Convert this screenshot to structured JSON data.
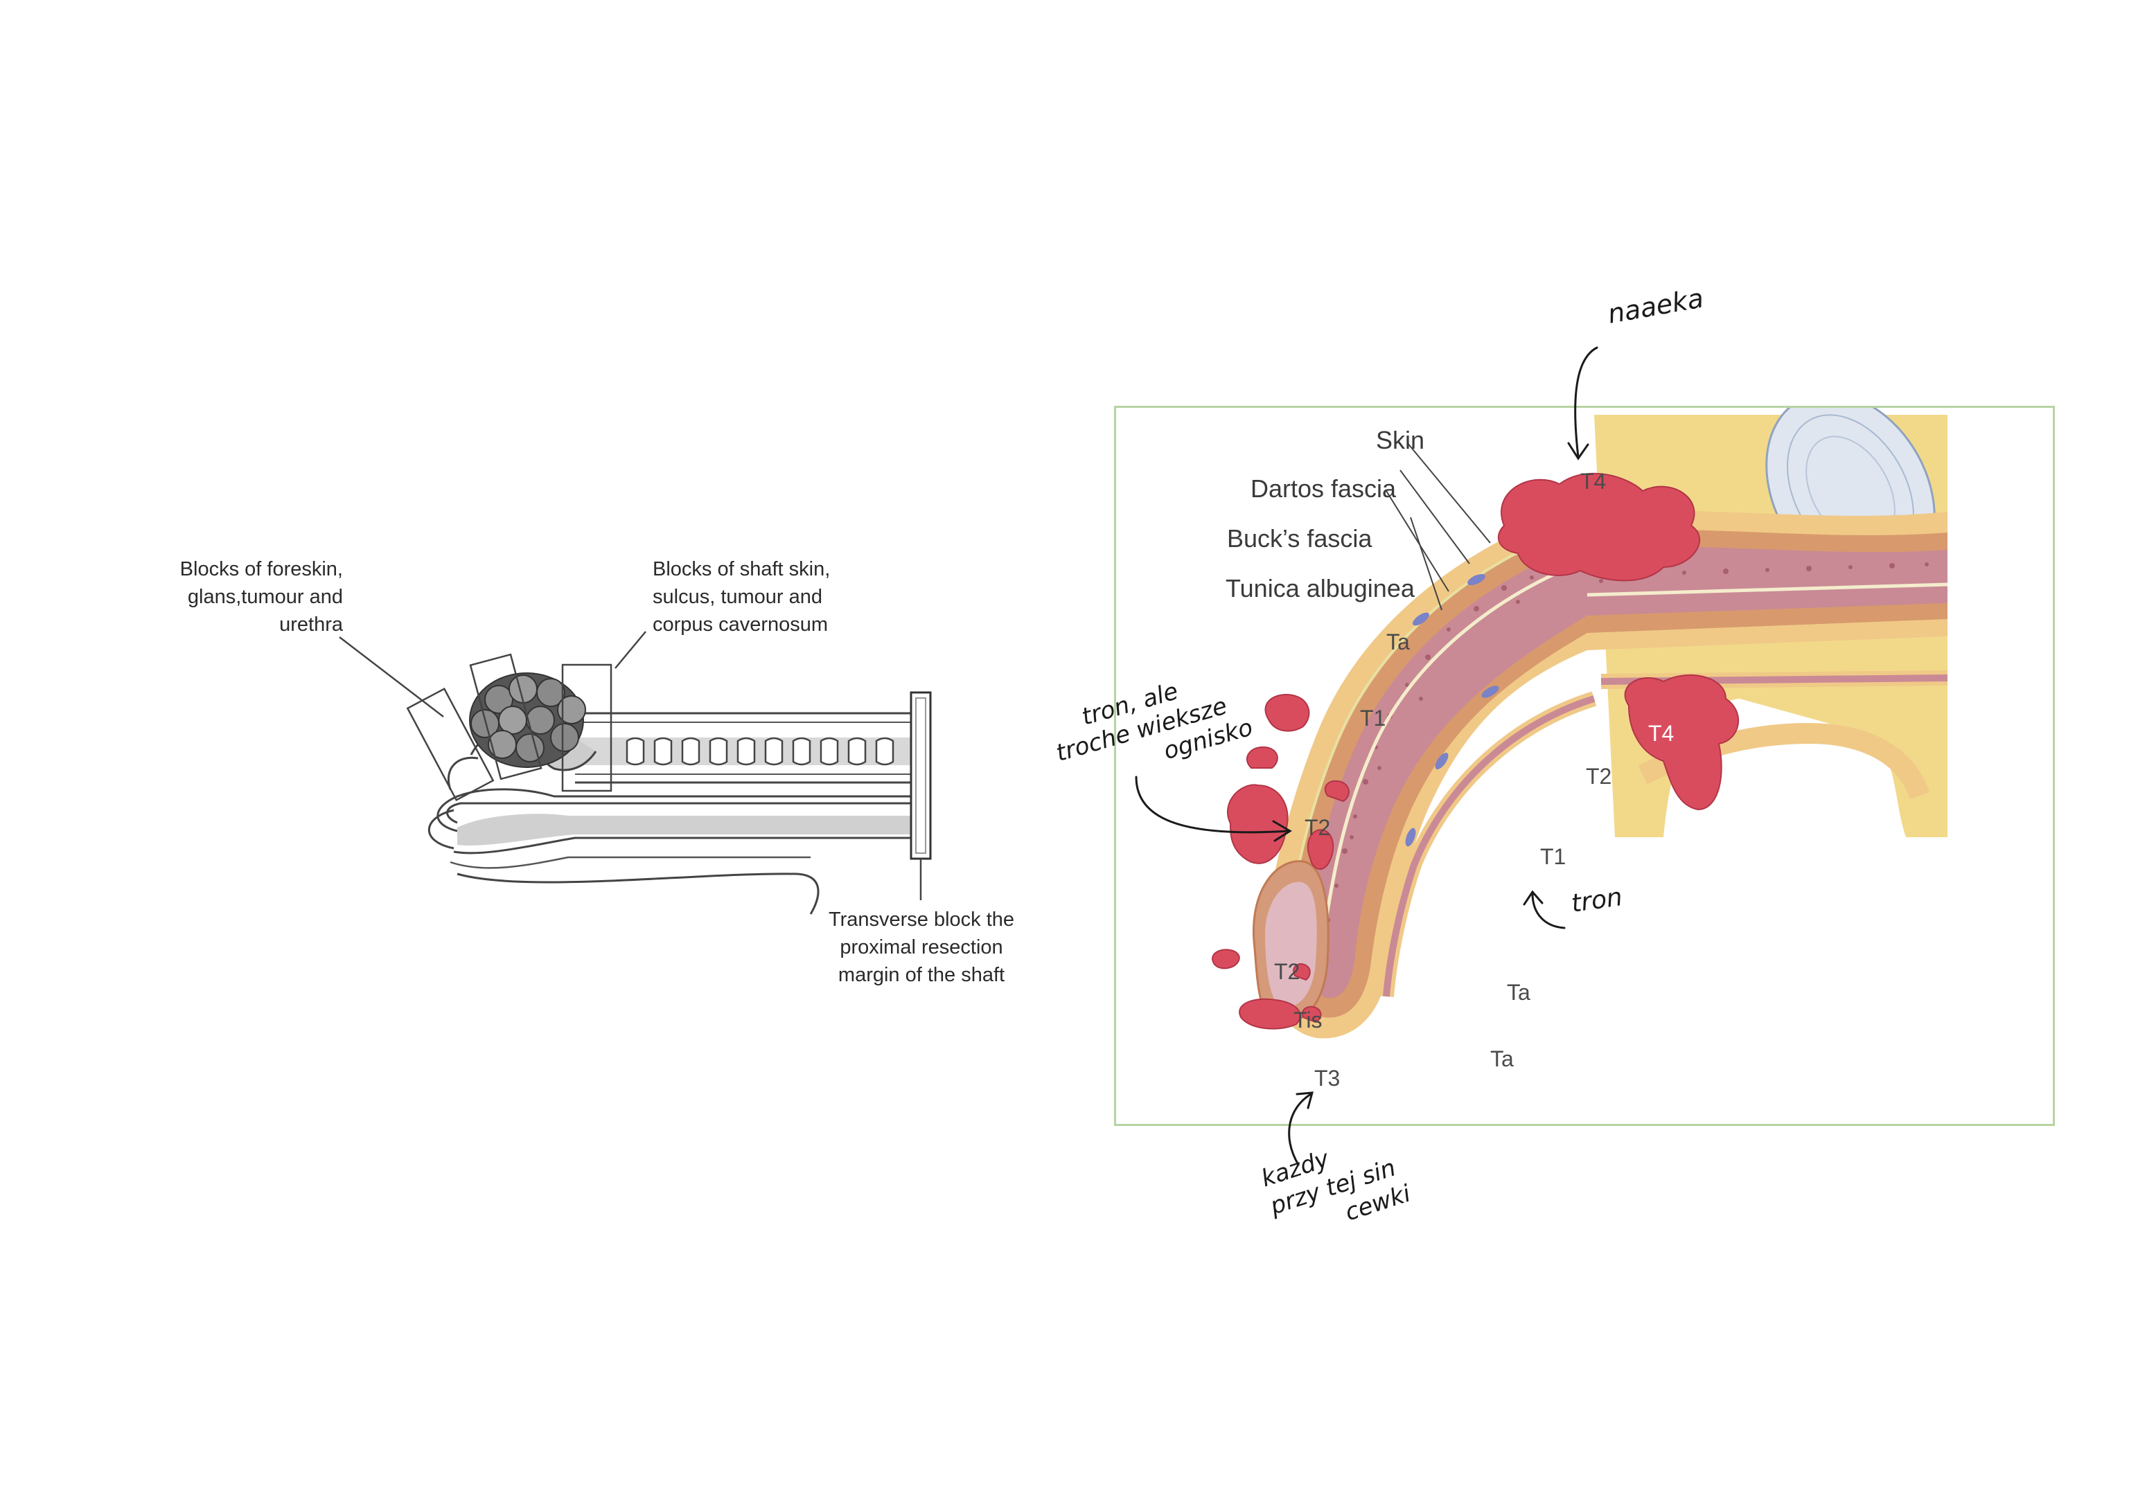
{
  "left_diagram": {
    "labels": {
      "foreskin_block": [
        "Blocks of foreskin,",
        "glans,tumour and",
        "urethra"
      ],
      "shaft_block": [
        "Blocks of shaft skin,",
        "sulcus, tumour and",
        "corpus cavernosum"
      ],
      "transverse_block": [
        "Transverse block the",
        "proximal resection",
        "margin of the shaft"
      ]
    }
  },
  "right_diagram": {
    "layer_labels": {
      "skin": "Skin",
      "dartos": "Dartos fascia",
      "bucks": "Buck’s fascia",
      "tunica": "Tunica albuginea"
    },
    "stage_labels": {
      "t4_top": "T4",
      "t4_mid": "T4",
      "ta_upper": "Ta",
      "t1_left": "T1",
      "t2_right": "T2",
      "t2_left": "T2",
      "t1_right": "T1",
      "ta_right_1": "Ta",
      "ta_right_2": "Ta",
      "t2_low": "T2",
      "tis": "Tis",
      "t3": "T3"
    },
    "colors": {
      "tumour": "#d94c5e",
      "tissue": "#c98a95",
      "fat": "#f2d98a",
      "frame": "#b7d3a2"
    }
  },
  "handwritten_notes": {
    "top": "naaeka",
    "left": [
      "tron, ale",
      "troche wieksze",
      "ognisko"
    ],
    "right": "tron",
    "bottom": [
      "kazdy",
      "przy tej sin",
      "cewki"
    ]
  }
}
